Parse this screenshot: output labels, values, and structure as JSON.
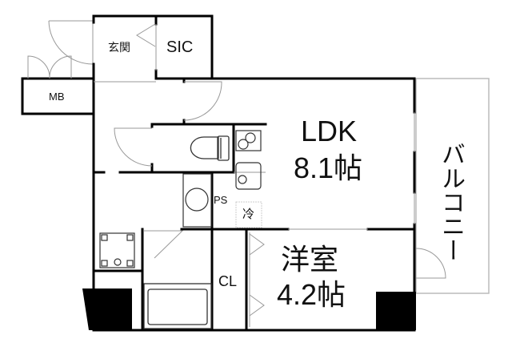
{
  "floor_plan": {
    "rooms": {
      "entrance": {
        "label": "玄関"
      },
      "sic": {
        "label": "SIC"
      },
      "mb": {
        "label": "MB"
      },
      "ldk": {
        "label": "LDK",
        "area": "8.1帖"
      },
      "western_room": {
        "label": "洋室",
        "area": "4.2帖"
      },
      "balcony": {
        "label": "バルコニー"
      },
      "ps": {
        "label": "PS"
      },
      "fridge": {
        "label": "冷"
      },
      "closet": {
        "label": "CL"
      }
    },
    "colors": {
      "wall": "#000000",
      "fixture": "#333333",
      "thin_line": "#999999",
      "background": "#ffffff"
    }
  }
}
